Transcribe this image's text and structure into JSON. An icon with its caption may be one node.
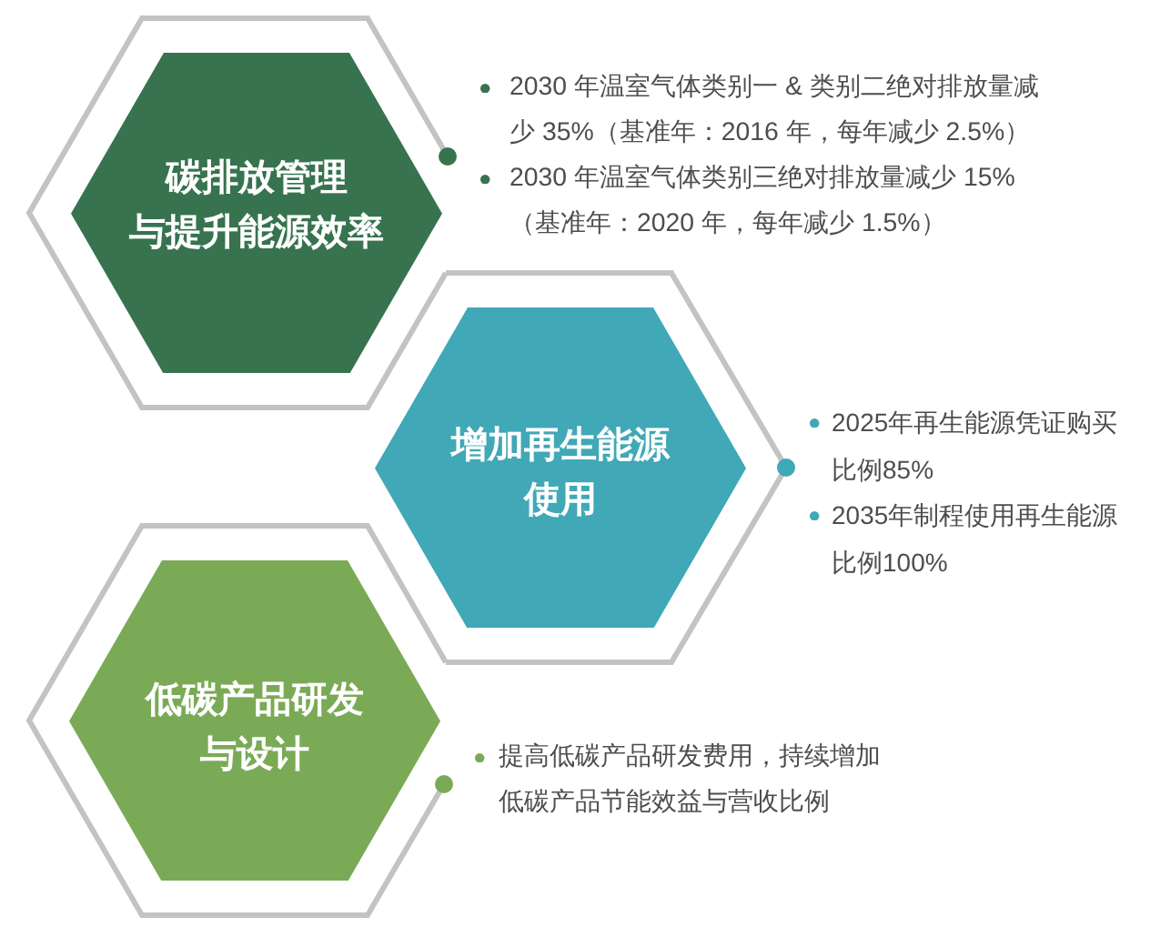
{
  "diagram": {
    "nodes": [
      {
        "text": [
          "碳排放管理与提升能源效率"
        ],
        "beside": [
          "2030 年温室气体类别一 & 类别二绝对排放量减少 35%（基准年：2016 年，每年减少 2.5%）",
          "2030 年温室气体类别三绝对排放量减少 15%（基准年：2020 年，每年减少 1.5%）"
        ]
      },
      {
        "text": [
          "增加再生能源使用"
        ],
        "beside": [
          "2025年再生能源凭证购买比例85%",
          "2035年制程使用再生能源比例100%"
        ]
      },
      {
        "text": [
          "低碳产品研发与设计"
        ],
        "beside": [
          "提高低碳产品研发费用，持续增加低碳产品节能效益与营收比例"
        ]
      }
    ]
  }
}
